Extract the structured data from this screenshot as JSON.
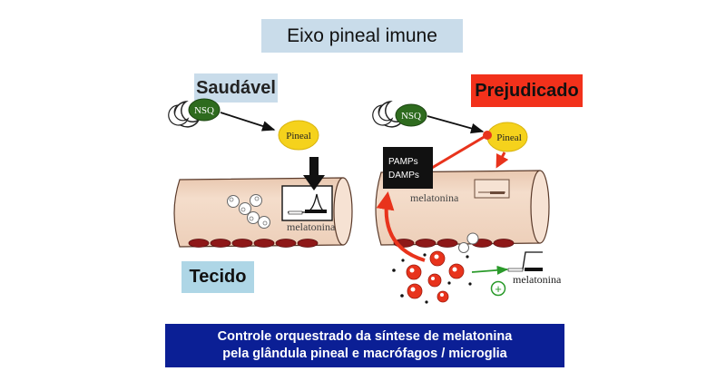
{
  "title": "Eixo pineal imune",
  "healthy_label": "Saudável",
  "impaired_label": "Prejudicado",
  "tissue_label": "Tecido",
  "nsq_label": "NSQ",
  "pineal_label": "Pineal",
  "melatonin_label": "melatonina",
  "pamps_label": "PAMPs",
  "damps_label": "DAMPs",
  "plus_sign": "+",
  "footer": {
    "line1": "Controle orquestrado da síntese de melatonina",
    "line2": "pela glândula pineal e macrófagos / microglia"
  },
  "colors": {
    "title_bg": "#c9dcea",
    "impaired_bg": "#f2311b",
    "tissue_bg": "#aed6e6",
    "footer_bg": "#0b1f95",
    "vessel": "#f1d9c6",
    "nsq": "#2e6b1e",
    "pineal": "#f5d21c",
    "red_arrow": "#e8331c",
    "green_arrow": "#2a9a2a"
  }
}
